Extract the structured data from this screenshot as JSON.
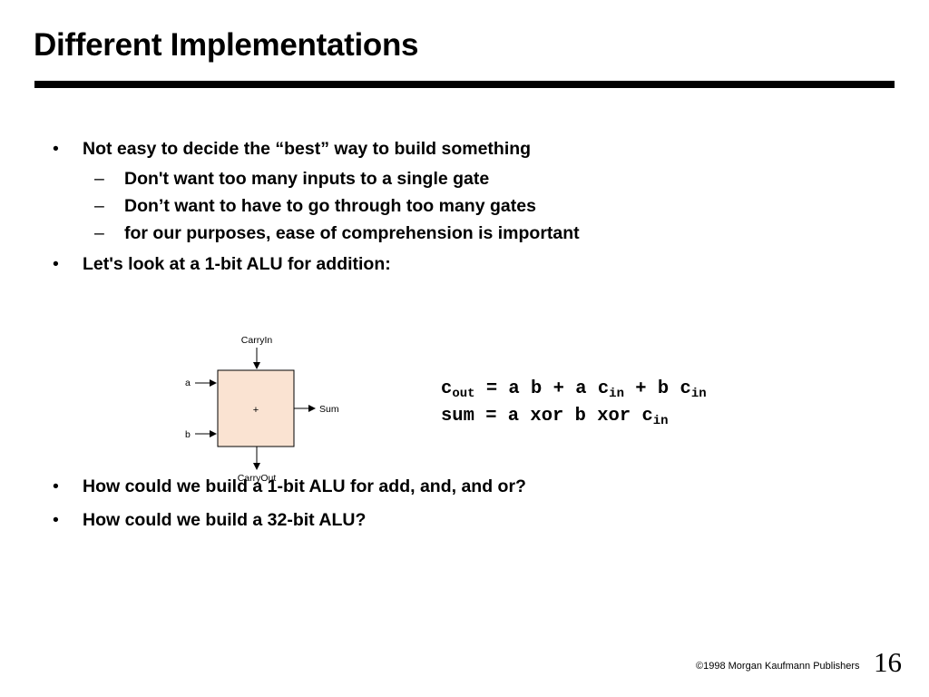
{
  "slide": {
    "title": "Different Implementations",
    "bullet_char": "•",
    "dash_char": "–",
    "items": [
      {
        "text": "Not easy to decide the “best” way to build something"
      },
      {
        "text": "Don't want too many inputs to a single gate"
      },
      {
        "text": "Don’t want to have to go through too many gates"
      },
      {
        "text": "for our purposes, ease of comprehension is important"
      },
      {
        "text": "Let's look at a 1-bit ALU for addition:"
      },
      {
        "text": "How could we build a 1-bit ALU for add, and, and or?"
      },
      {
        "text": "How could we build a 32-bit ALU?"
      }
    ]
  },
  "diagram": {
    "carry_in": "CarryIn",
    "carry_out": "CarryOut",
    "input_a": "a",
    "input_b": "b",
    "output": "Sum",
    "operator": "+",
    "box_color": "#fae3d2"
  },
  "formula": {
    "cout": {
      "c": "c",
      "out": "out",
      "eq": " = a b + a ",
      "c2": "c",
      "in1": "in",
      "mid": " + b ",
      "c3": "c",
      "in2": "in"
    },
    "sum": {
      "prefix": "sum = a xor b xor ",
      "c": "c",
      "in": "in"
    }
  },
  "footer": {
    "copyright_symbol": "©",
    "copyright": "1998 Morgan Kaufmann Publishers",
    "page_number": "16"
  }
}
